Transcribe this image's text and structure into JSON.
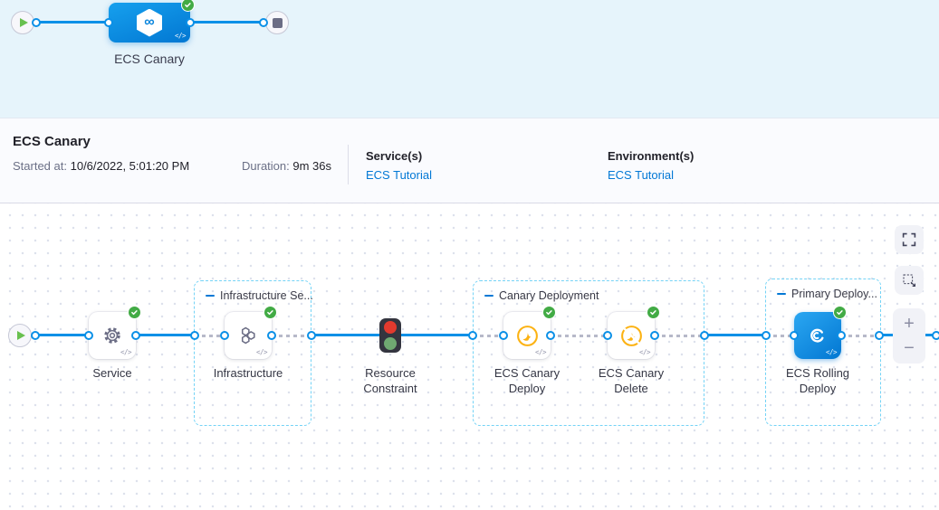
{
  "banner": {
    "stage_label": "ECS Canary"
  },
  "details": {
    "title": "ECS Canary",
    "started_label": "Started at:",
    "started_value": "10/6/2022, 5:01:20 PM",
    "duration_label": "Duration:",
    "duration_value": "9m 36s",
    "services_label": "Service(s)",
    "services_link": "ECS Tutorial",
    "environments_label": "Environment(s)",
    "environments_link": "ECS Tutorial"
  },
  "graph": {
    "code_glyph": "</>",
    "groups": [
      {
        "label": "Infrastructure Se..."
      },
      {
        "label": "Canary Deployment"
      },
      {
        "label": "Primary Deploy..."
      }
    ],
    "nodes": [
      {
        "label": "Service",
        "icon": "gear-icon",
        "status": "success"
      },
      {
        "label": "Infrastructure",
        "icon": "hexagons-icon",
        "status": "success"
      },
      {
        "label": "Resource Constraint",
        "icon": "traffic-light-icon"
      },
      {
        "label": "ECS Canary Deploy",
        "icon": "canary-icon",
        "status": "success"
      },
      {
        "label": "ECS Canary Delete",
        "icon": "canary-delete-icon",
        "status": "success"
      },
      {
        "label": "ECS Rolling Deploy",
        "icon": "ecs-rolling-icon",
        "status": "success"
      }
    ]
  },
  "controls": {
    "zoom_in": "+",
    "zoom_out": "−"
  },
  "colors": {
    "accent_blue": "#0b90e7",
    "link_blue": "#0278d5",
    "success_green": "#42ab45",
    "canary_yellow": "#fcb212",
    "constraint_red": "#e23a2e",
    "banner_bg": "#e6f4fb"
  }
}
